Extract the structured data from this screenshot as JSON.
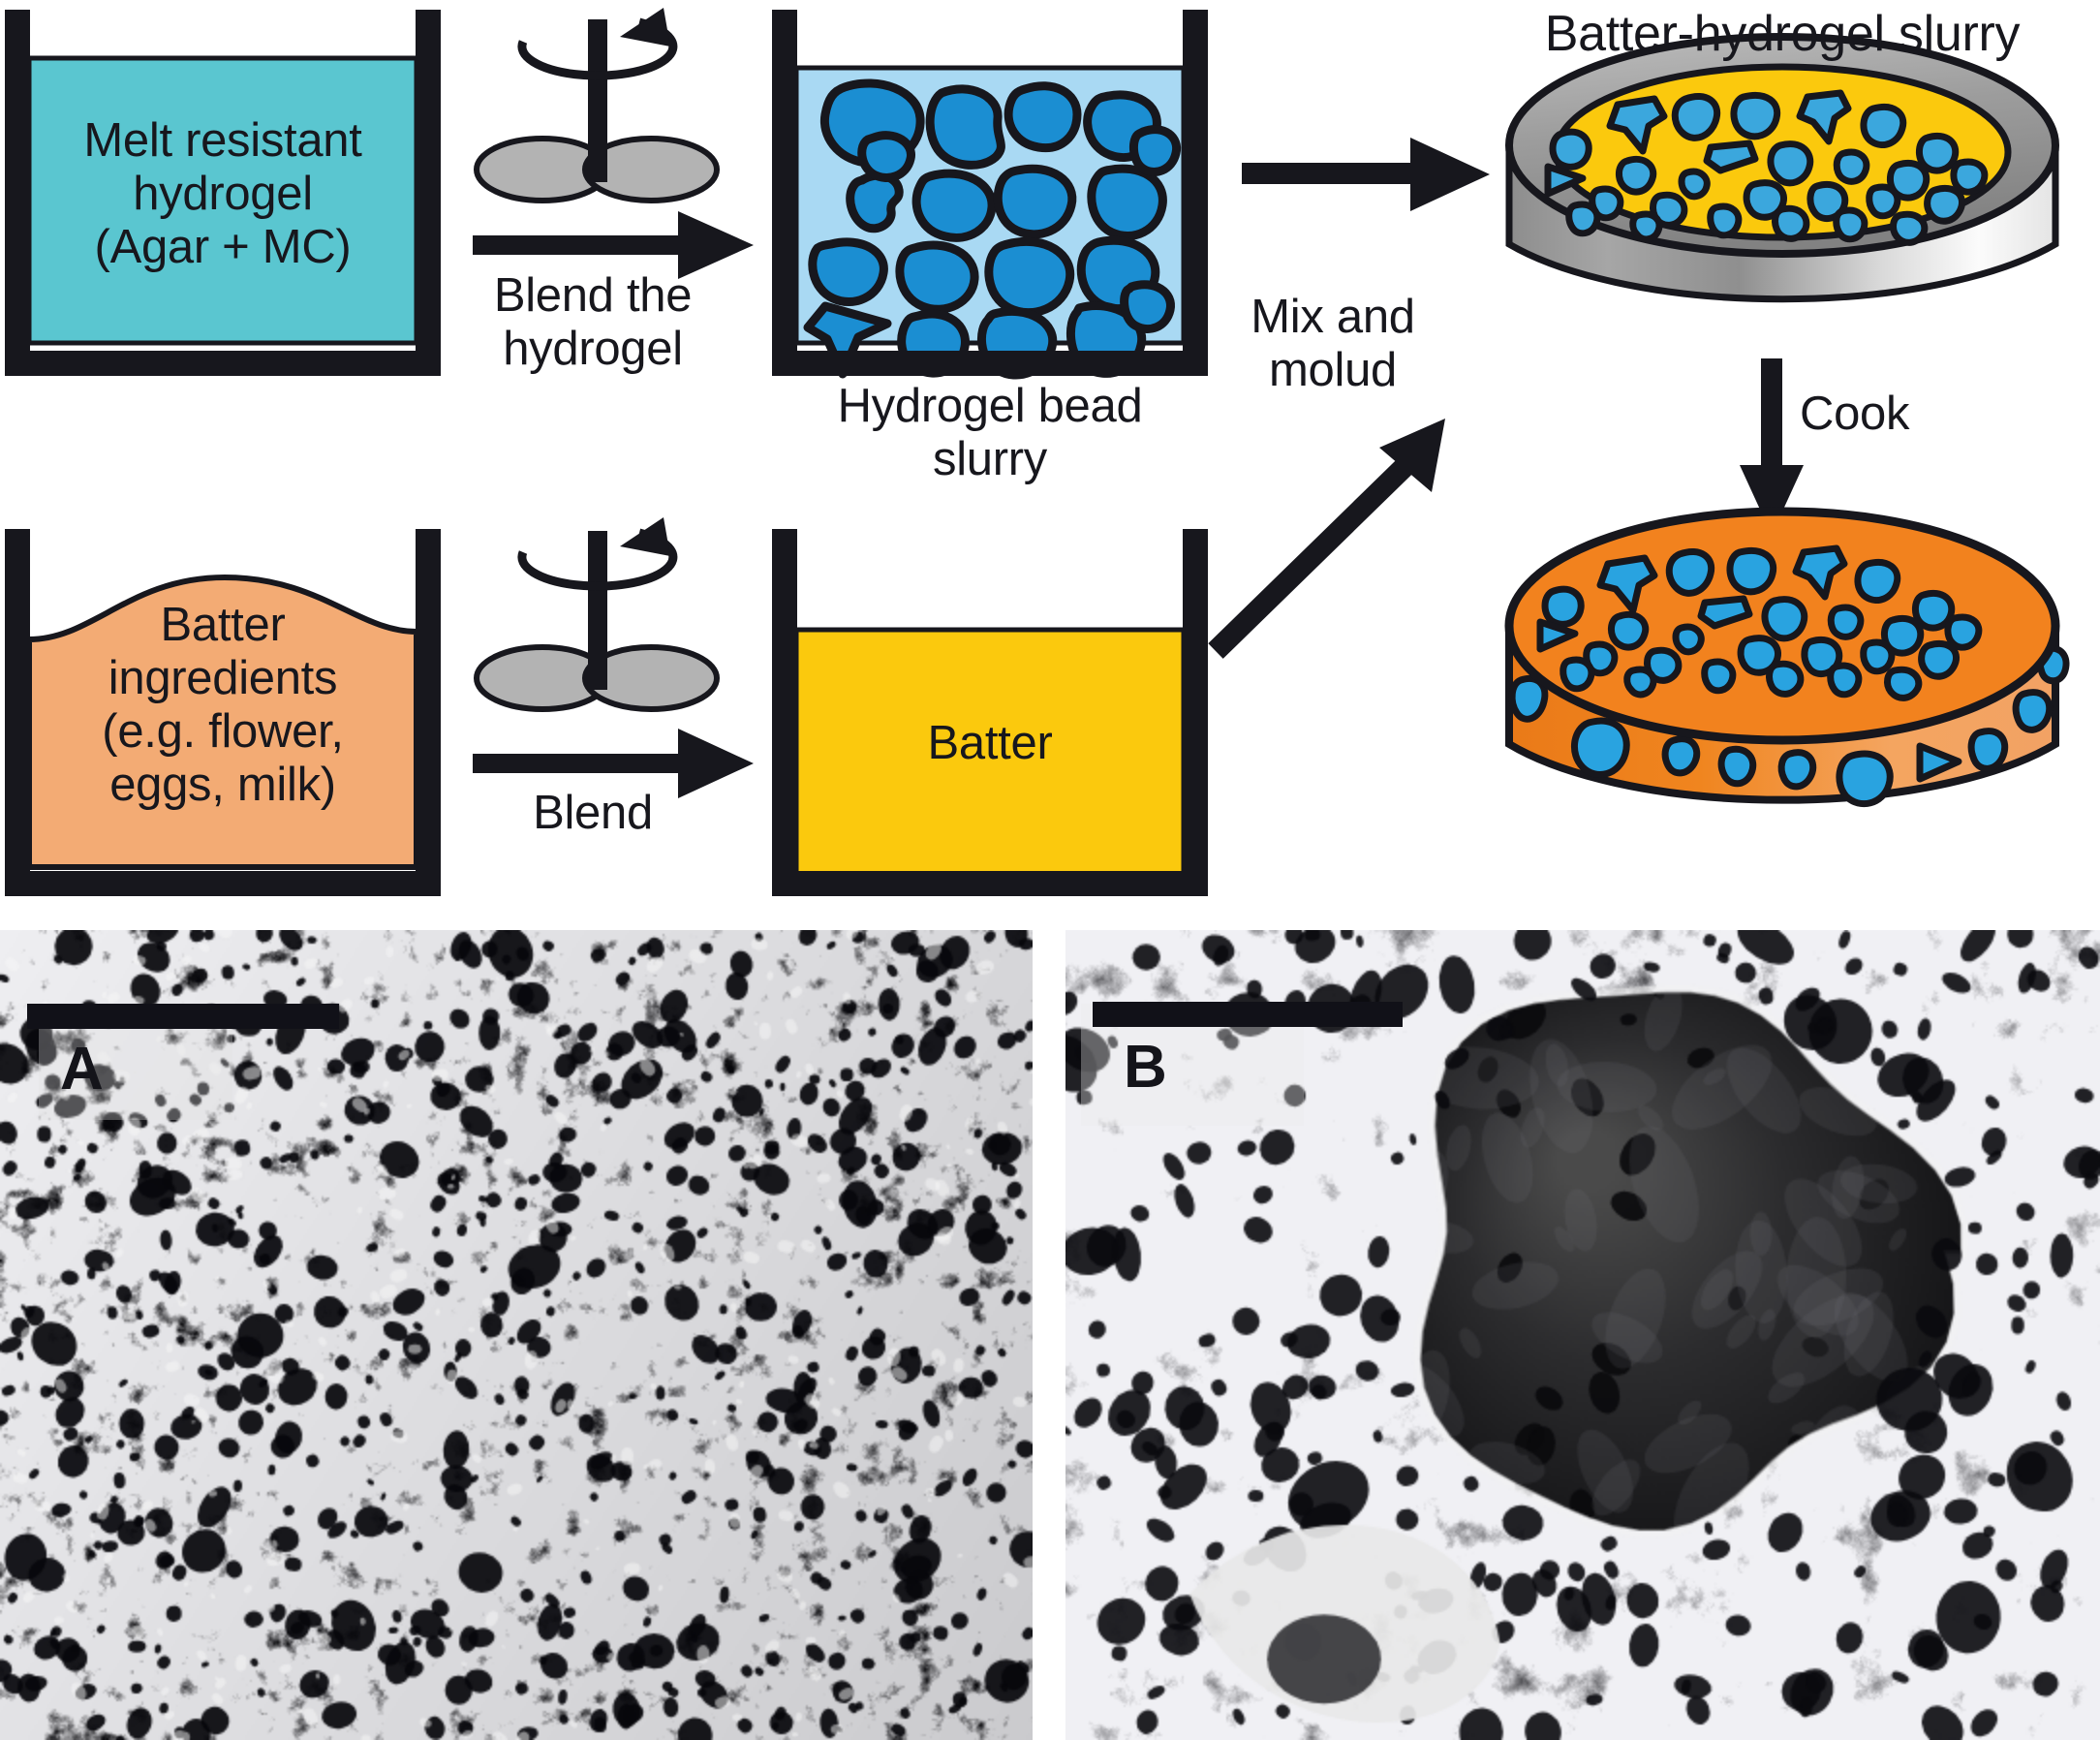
{
  "figure": {
    "title": "Melt-resistant hydrogel bead cake process schematic with SEM micrographs",
    "background_color": "#ffffff"
  },
  "schematic": {
    "beakers": [
      {
        "id": "hydrogel-beaker",
        "label": "Melt resistant\nhydrogel\n(Agar + MC)",
        "fill_color": "#5ac6d0",
        "fill_style": "flat-liquid"
      },
      {
        "id": "hydrogel-bead-slurry-beaker",
        "label": "",
        "caption": "Hydrogel bead\nslurry",
        "fill_color": "#a9d9f3",
        "bead_color": "#1b8ed2",
        "bead_count": 19,
        "fill_style": "beads-in-liquid"
      },
      {
        "id": "batter-ingredients-beaker",
        "label": "Batter\ningredients\n(e.g. flower,\neggs, milk)",
        "fill_color": "#f3ab74",
        "fill_style": "mound"
      },
      {
        "id": "batter-beaker",
        "label": "Batter",
        "fill_color": "#fbc90d",
        "fill_style": "flat-liquid"
      }
    ],
    "arrows": [
      {
        "id": "blend-the-hydrogel-arrow",
        "label": "Blend the\nhydrogel",
        "direction": "right"
      },
      {
        "id": "mix-and-mould-arrow",
        "label": "Mix and\nmolud",
        "direction": "right"
      },
      {
        "id": "blend-arrow",
        "label": "Blend",
        "direction": "right"
      },
      {
        "id": "combine-arrow",
        "label": "",
        "direction": "up-right"
      },
      {
        "id": "cook-arrow",
        "label": "Cook",
        "direction": "down"
      }
    ],
    "mixers": [
      {
        "id": "hydrogel-mixer",
        "blade_color": "#b3b3b3",
        "shaft_color": "#17171d"
      },
      {
        "id": "batter-mixer",
        "blade_color": "#b3b3b3",
        "shaft_color": "#17171d"
      }
    ],
    "dishes": [
      {
        "id": "petri-dish-slurry",
        "title": "Batter-hydrogel slurry",
        "content_color": "#fbc90d",
        "rim_color": "#a8a8a8",
        "bead_color": "#3ba7dd",
        "bead_count": 30
      },
      {
        "id": "cooked-cake-disc",
        "title": "",
        "content_color": "#f2821e",
        "side_color": "#f0a060",
        "bead_color": "#29a3e0",
        "bead_count": 41
      }
    ],
    "colors": {
      "outline": "#17171d",
      "hydrogel_teal": "#5ac6d0",
      "slurry_light_blue": "#a9d9f3",
      "bead_blue": "#1b8ed2",
      "batter_yellow": "#fbc90d",
      "batter_ingredients_orange": "#f3ab74",
      "cooked_orange": "#f2821e",
      "dish_gray": "#a8a8a8"
    }
  },
  "sem": {
    "panels": [
      {
        "id": "sem-panel-a",
        "letter": "A",
        "description": "Dense porous crumb microstructure, control cake",
        "scalebar": true
      },
      {
        "id": "sem-panel-b",
        "letter": "B",
        "description": "Large embedded hydrogel bead void within cake crumb",
        "scalebar": true
      }
    ]
  }
}
